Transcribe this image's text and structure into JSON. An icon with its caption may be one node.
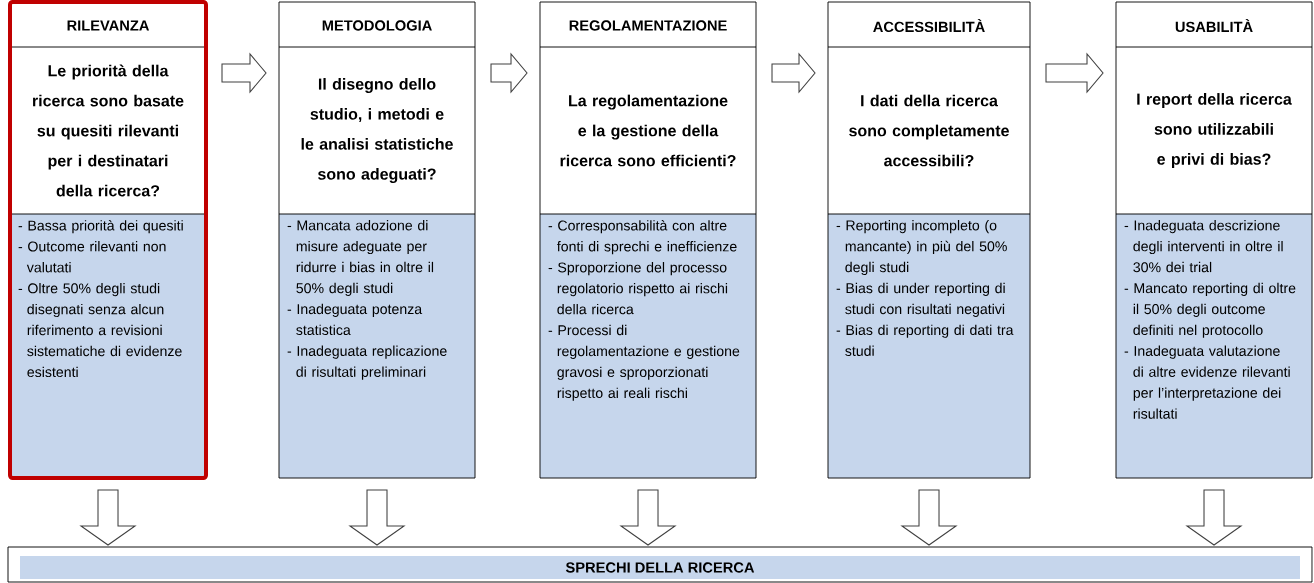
{
  "diagram": {
    "nodes": [
      {
        "text": [
          "RILEVANZA",
          "Le priorità della ricerca sono basate su quesiti rilevanti per i destinatari della ricerca?",
          "- Bassa priorità dei quesiti",
          "- Outcome rilevanti non valutati",
          "- Oltre 50% degli studi disegnati senza alcun riferimento a revisioni sistematiche di evidenze esistenti"
        ]
      },
      {
        "text": [
          "METODOLOGIA",
          "Il disegno dello studio, i metodi e le analisi statistiche sono adeguati?",
          "- Mancata adozione di misure adeguate per ridurre i bias in oltre il 50% degli studi",
          "- Inadeguata potenza statistica",
          "- Inadeguata replicazione di risultati preliminari"
        ]
      },
      {
        "text": [
          "REGOLAMENTAZIONE",
          "La regolamentazione e la gestione della ricerca sono efficienti?",
          "- Corresponsabilità con altre fonti di sprechi e inefficienze",
          "- Sproporzione del processo regolatorio rispetto ai rischi della ricerca",
          "- Processi di regolamentazione e gestione gravosi e sproporzionati rispetto ai reali rischi"
        ]
      },
      {
        "text": [
          "ACCESSIBILITÀ",
          "I dati della ricerca sono completamente accessibili?",
          "- Reporting incompleto (o mancante) in più del 50% degli studi",
          "- Bias di under reporting di studi con risultati negativi",
          "- Bias di reporting di dati tra studi"
        ]
      },
      {
        "text": [
          "USABILITÀ",
          "I report della ricerca sono utilizzabili e privi di bias?",
          "- Inadeguata descrizione degli interventi in oltre il 30% dei trial",
          "- Mancato reporting di oltre il 50% degli outcome definiti nel protocollo",
          "- Inadeguata valutazione di altre evidenze rilevanti per l’interpretazione dei risultati"
        ]
      },
      {
        "text": [],
        "shape": "box"
      },
      {
        "text": [
          "SPRECHI DELLA RICERCA"
        ],
        "in": 5
      }
    ],
    "edges": [
      {
        "from": 0,
        "to": 1,
        "arrow": "to"
      },
      {
        "from": 1,
        "to": 2,
        "arrow": "to"
      },
      {
        "from": 2,
        "to": 3,
        "arrow": "to"
      },
      {
        "from": 3,
        "to": 4,
        "arrow": "to"
      },
      {
        "from": 0,
        "to": 5,
        "arrow": "to"
      },
      {
        "from": 1,
        "to": 5,
        "arrow": "to"
      },
      {
        "from": 2,
        "to": 5,
        "arrow": "to"
      },
      {
        "from": 3,
        "to": 5,
        "arrow": "to"
      },
      {
        "from": 4,
        "to": 5,
        "arrow": "to"
      }
    ]
  }
}
